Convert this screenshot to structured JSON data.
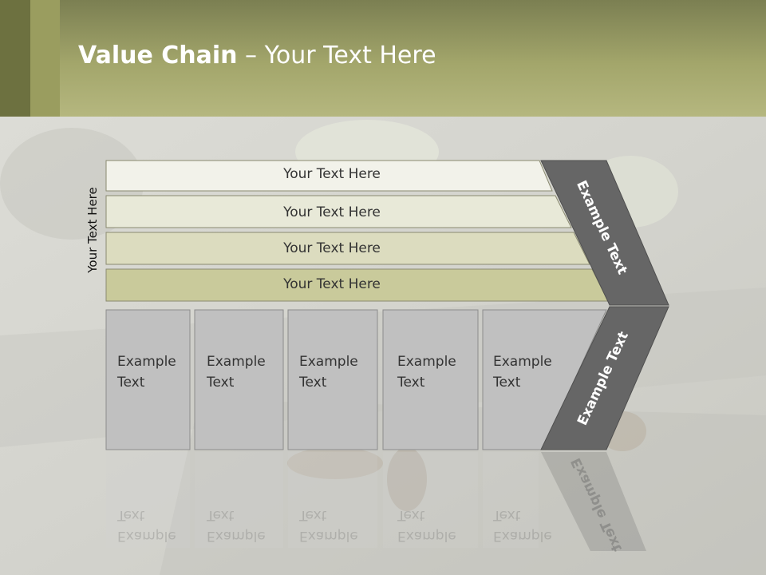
{
  "slide": {
    "title_bold": "Value Chain",
    "title_rest": " – Your Text Here",
    "side_label": "Your Text Here"
  },
  "rows": [
    {
      "label": "Your Text Here",
      "color": "#f2f2ea"
    },
    {
      "label": "Your Text Here",
      "color": "#e8e9d8"
    },
    {
      "label": "Your Text Here",
      "color": "#dcdcbf"
    },
    {
      "label": "Your Text Here",
      "color": "#c9ca9b"
    }
  ],
  "cells": [
    {
      "line1": "Example",
      "line2": "Text"
    },
    {
      "line1": "Example",
      "line2": "Text"
    },
    {
      "line1": "Example",
      "line2": "Text"
    },
    {
      "line1": "Example",
      "line2": "Text"
    },
    {
      "line1": "Example",
      "line2": "Text"
    }
  ],
  "chevron": {
    "upper_label": "Example Text",
    "lower_label": "Example Text",
    "color": "#666666"
  },
  "colors": {
    "header": "#a3a66b",
    "cell_fill": "#c0c0c0",
    "cell_border": "#8c8c8c"
  }
}
